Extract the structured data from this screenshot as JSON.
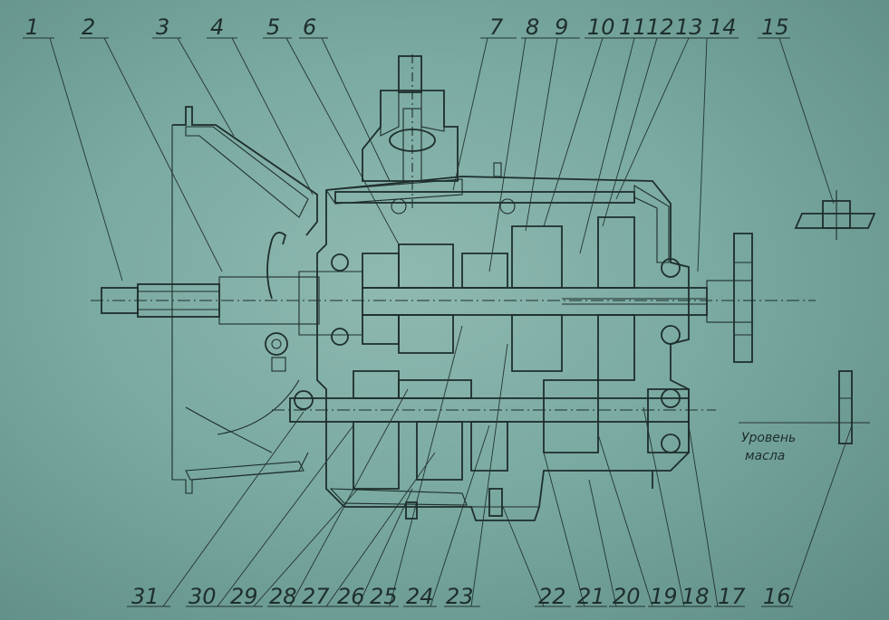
{
  "callouts_top": [
    "1",
    "2",
    "3",
    "4",
    "5",
    "6",
    "7",
    "8",
    "9",
    "10",
    "11",
    "12",
    "13",
    "14",
    "15"
  ],
  "callouts_bottom": [
    "31",
    "30",
    "29",
    "28",
    "27",
    "26",
    "25",
    "24",
    "23",
    "22",
    "21",
    "20",
    "19",
    "18",
    "17",
    "16"
  ],
  "oil_level_note": [
    "Уровень",
    "масла"
  ]
}
